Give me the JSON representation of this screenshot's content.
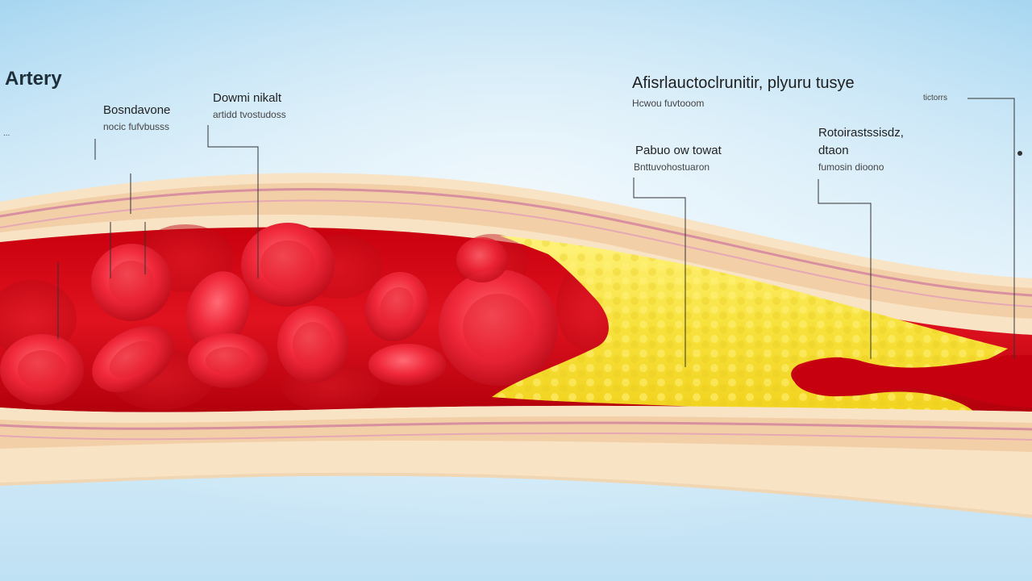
{
  "diagram": {
    "title": "Artery",
    "labels": {
      "l1_name": "Bosndavone",
      "l1_desc": "nocic fufvbusss",
      "l2_name": "Dowmi nikalt",
      "l2_desc": "artidd tvostudoss",
      "l3_heading": "Afisrlauctoclrunitir, plyuru tusye",
      "l3_desc": "Hcwou fuvtooom",
      "l4_name": "Pabuo ow towat",
      "l4_desc": "Bnttuvohostuaron",
      "l5_name": "Rotoirastssisdz,",
      "l5_name2": "dtaon",
      "l5_desc": "fumosin dioono",
      "l6_desc": "tictorrs",
      "left_small": "..."
    }
  },
  "colors": {
    "sky_top": "#a9d8f2",
    "sky_mid": "#e6f4fb",
    "wall": "#f6ddb8",
    "wall_band": "#f2c9a0",
    "stripe": "#d88fa0",
    "blood": "#d8101c",
    "blood_dark": "#b0000e",
    "cell": "#f2283a",
    "cell_highlight": "#ff7c84",
    "plaque": "#f6e03a",
    "plaque_light": "#fff27a",
    "leader": "#333333"
  }
}
